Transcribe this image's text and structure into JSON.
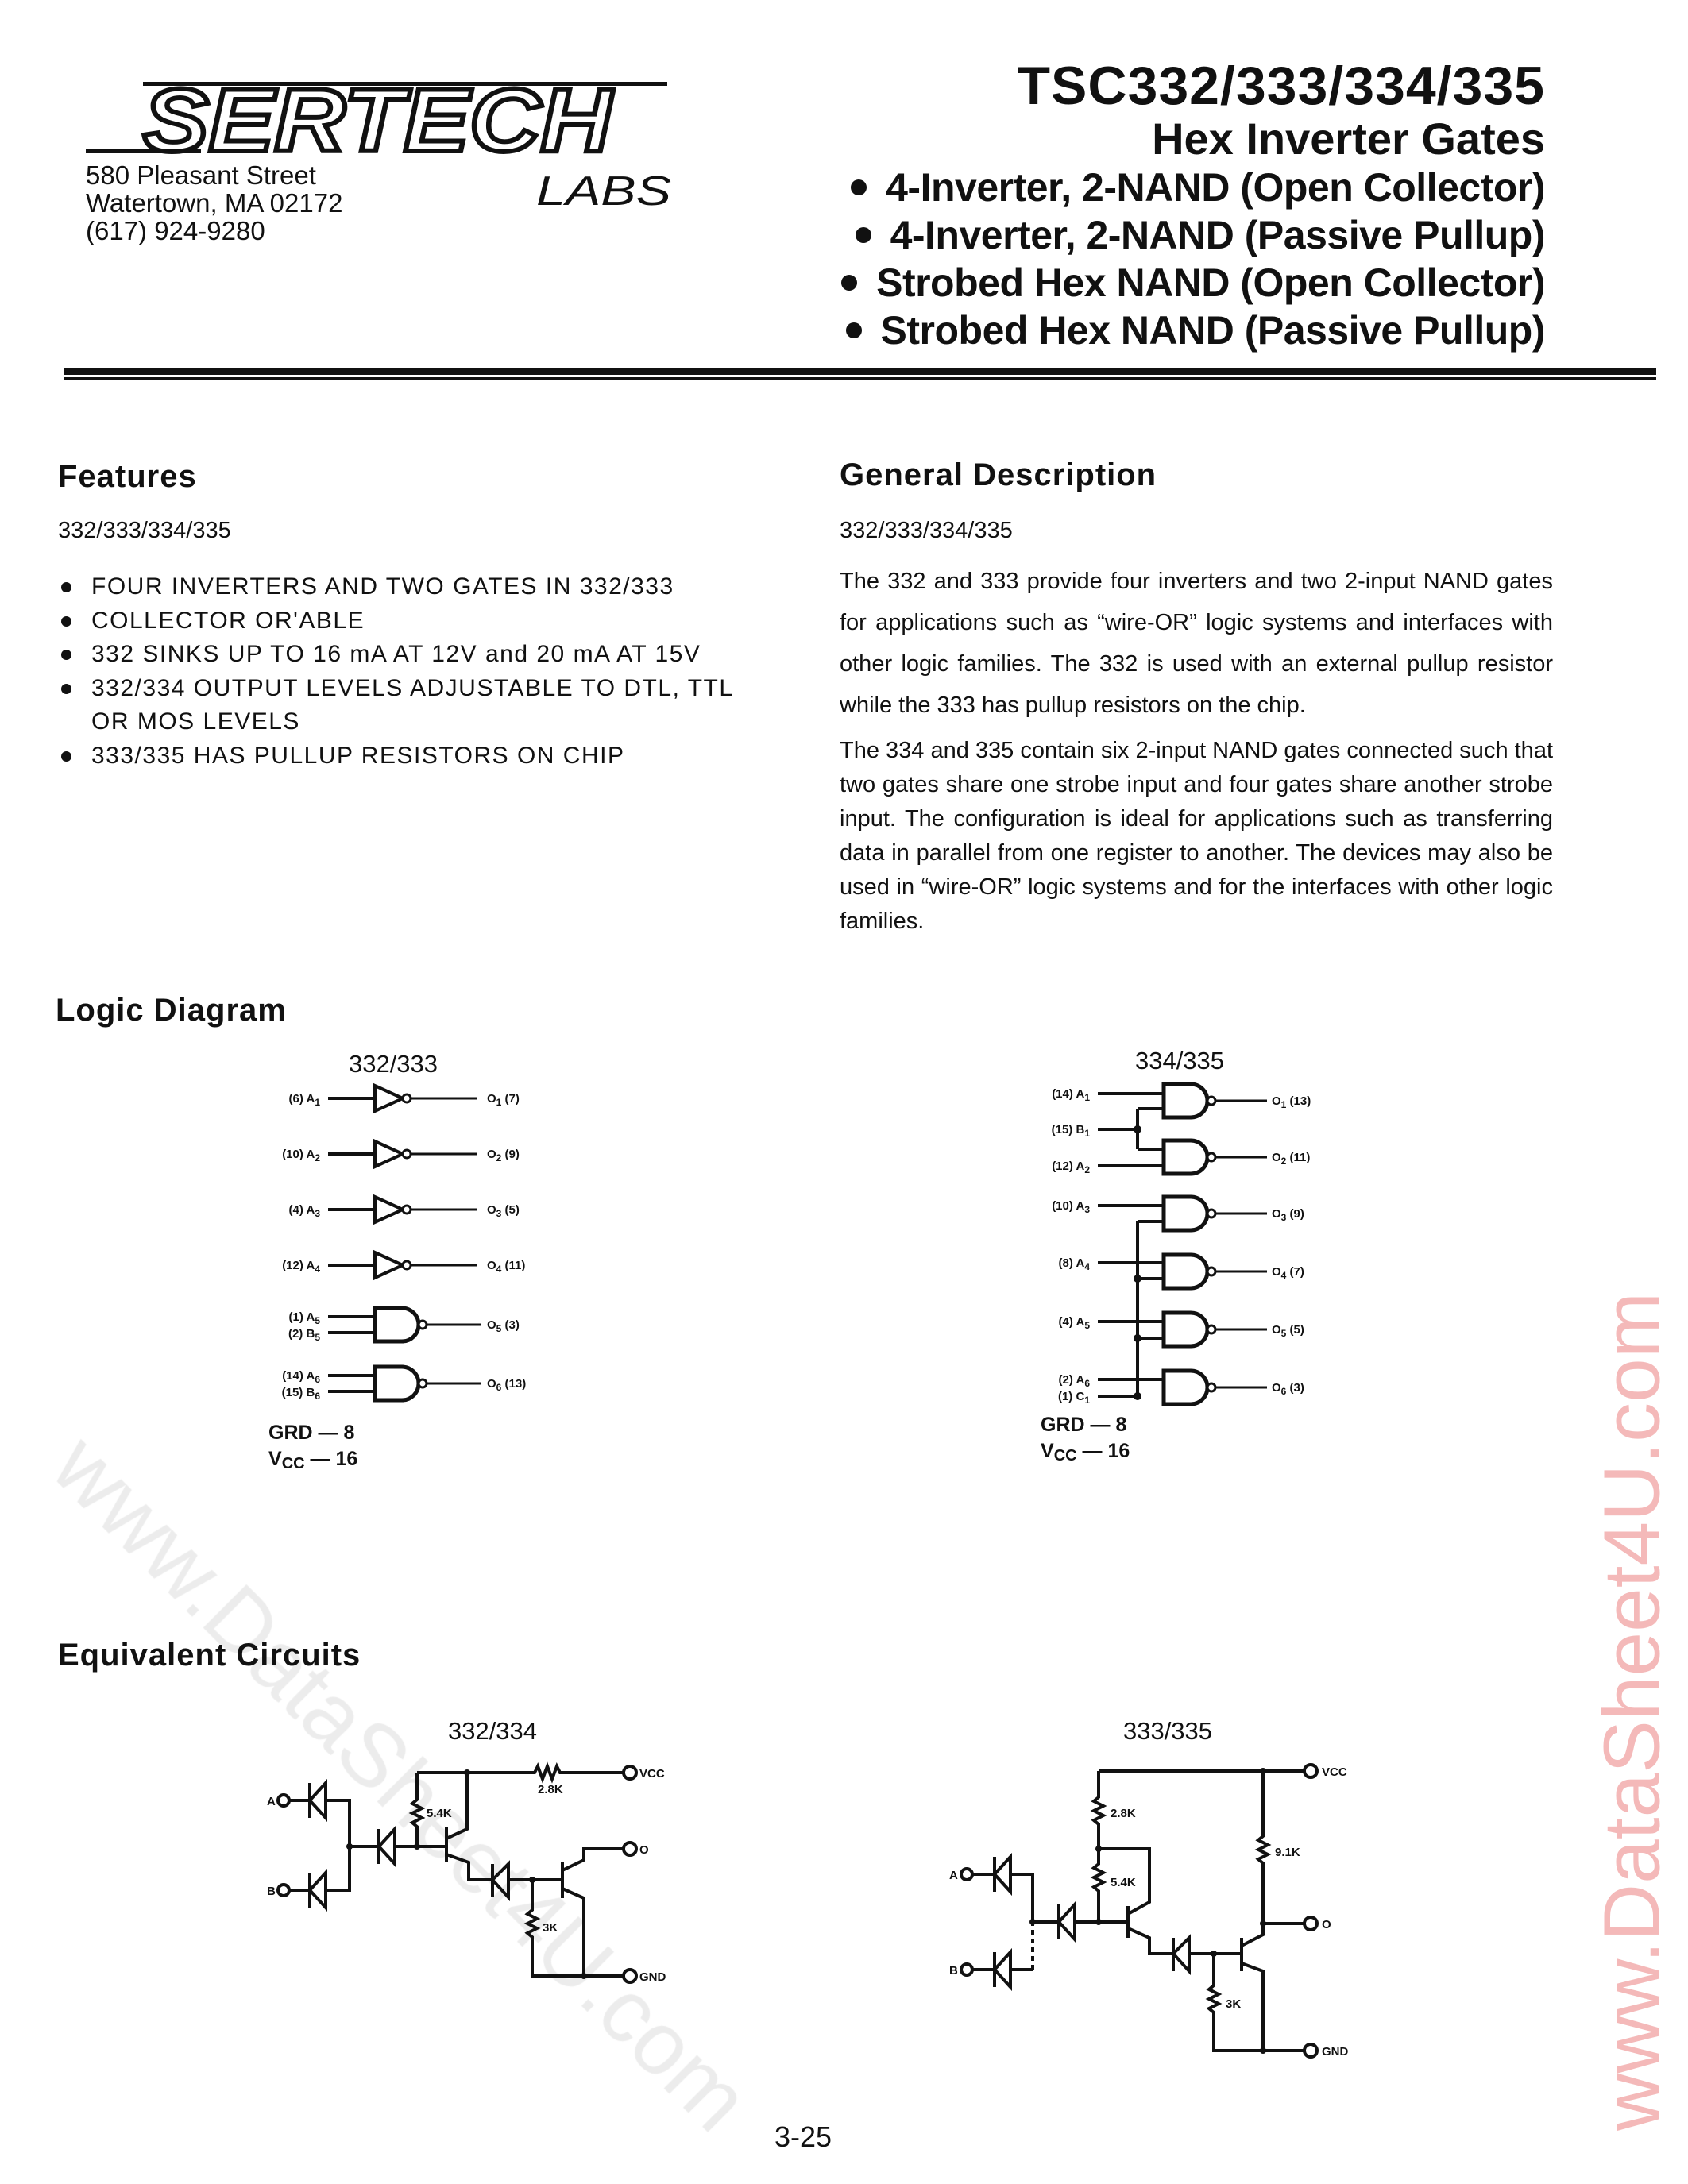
{
  "watermarks": {
    "right": "www.DataSheet4U.com",
    "diagonal": "www.DataSheet4U.com",
    "right_color": "#f4b9b9"
  },
  "header": {
    "logo": {
      "name": "SERTECH",
      "sub": "LABS"
    },
    "address": [
      "580 Pleasant Street",
      "Watertown, MA  02172",
      "(617) 924-9280"
    ],
    "title": "TSC332/333/334/335",
    "subtitle": "Hex Inverter Gates",
    "bullets": [
      "4-Inverter, 2-NAND (Open Collector)",
      "4-Inverter, 2-NAND (Passive Pullup)",
      "Strobed Hex NAND (Open Collector)",
      "Strobed Hex NAND (Passive Pullup)"
    ]
  },
  "features": {
    "heading": "Features",
    "subheading": "332/333/334/335",
    "items": [
      "FOUR INVERTERS AND TWO GATES IN 332/333",
      "COLLECTOR OR'ABLE",
      "332 SINKS UP TO 16 mA AT 12V and 20 mA AT 15V",
      "332/334 OUTPUT LEVELS ADJUSTABLE TO DTL, TTL OR MOS LEVELS",
      "333/335 HAS PULLUP RESISTORS ON CHIP"
    ]
  },
  "description": {
    "heading": "General Description",
    "subheading": "332/333/334/335",
    "paragraphs": [
      "The 332 and 333 provide four inverters and two 2-input NAND gates for applications such as “wire-OR” logic systems and interfaces with other logic families. The 332 is used with an external pullup resistor while the 333 has pullup resistors on the chip.",
      "The 334 and 335 contain six 2-input NAND gates connected such that two gates share one strobe input and four gates share another strobe input. The configuration is ideal for applications such as transferring data in parallel from one register to another. The devices may also be used in “wire-OR” logic systems and for the interfaces with other logic families."
    ]
  },
  "logic_diagram": {
    "heading": "Logic Diagram",
    "left": {
      "title": "332/333",
      "inverters": [
        {
          "in": [
            "(6) A",
            "1"
          ],
          "out": [
            "O",
            "1",
            " (7)"
          ]
        },
        {
          "in": [
            "(10) A",
            "2"
          ],
          "out": [
            "O",
            "2",
            " (9)"
          ]
        },
        {
          "in": [
            "(4) A",
            "3"
          ],
          "out": [
            "O",
            "3",
            " (5)"
          ]
        },
        {
          "in": [
            "(12) A",
            "4"
          ],
          "out": [
            "O",
            "4",
            " (11)"
          ]
        }
      ],
      "nands": [
        {
          "in": [
            [
              "(1) A",
              "5"
            ],
            [
              "(2) B",
              "5"
            ]
          ],
          "out": [
            "O",
            "5",
            " (3)"
          ]
        },
        {
          "in": [
            [
              "(14) A",
              "6"
            ],
            [
              "(15) B",
              "6"
            ]
          ],
          "out": [
            "O",
            "6",
            " (13)"
          ]
        }
      ],
      "power": [
        "GRD — 8",
        "V",
        "CC",
        " — 16"
      ]
    },
    "right": {
      "title": "334/335",
      "inputs": [
        [
          "(14) A",
          "1"
        ],
        [
          "(15) B",
          "1"
        ],
        [
          "(12) A",
          "2"
        ],
        [
          "(10) A",
          "3"
        ],
        [
          "(8) A",
          "4"
        ],
        [
          "(4) A",
          "5"
        ],
        [
          "(2) A",
          "6"
        ],
        [
          "(1) C",
          "1"
        ]
      ],
      "outputs": [
        [
          "O",
          "1",
          " (13)"
        ],
        [
          "O",
          "2",
          " (11)"
        ],
        [
          "O",
          "3",
          " (9)"
        ],
        [
          "O",
          "4",
          " (7)"
        ],
        [
          "O",
          "5",
          " (5)"
        ],
        [
          "O",
          "6",
          " (3)"
        ]
      ],
      "power": [
        "GRD — 8",
        "V",
        "CC",
        " — 16"
      ]
    }
  },
  "equivalent_circuits": {
    "heading": "Equivalent Circuits",
    "left": {
      "title": "332/334",
      "a": "A",
      "b": "B",
      "vcc": "VCC",
      "out": "O",
      "gnd": "GND",
      "r1": "5.4K",
      "r2": "2.8K",
      "r3": "3K"
    },
    "right": {
      "title": "333/335",
      "a": "A",
      "b": "B",
      "vcc": "VCC",
      "out": "O",
      "gnd": "GND",
      "r1": "2.8K",
      "r2": "5.4K",
      "r3": "9.1K",
      "r4": "3K"
    }
  },
  "page_number": "3-25"
}
